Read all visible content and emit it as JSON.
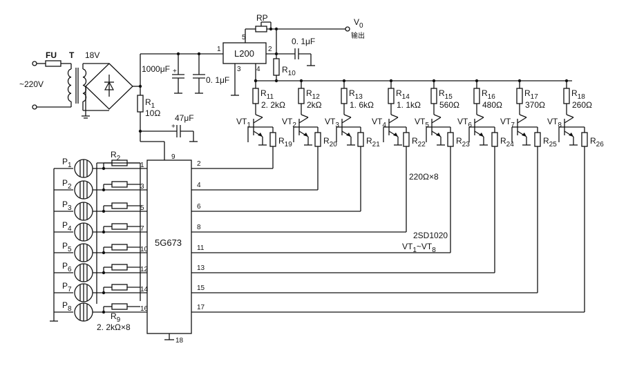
{
  "mains": {
    "fuse": "FU",
    "transformer": "T",
    "secondary": "18V",
    "input": "~220V"
  },
  "supply": {
    "r1": "R",
    "r1_sub": "1",
    "r1_val": "10Ω",
    "c_bulk": "1000μF",
    "c_hf": "0. 1μF",
    "c_47": "47μF",
    "plus": "+"
  },
  "regulator": {
    "name": "L200",
    "pin1": "1",
    "pin2": "2",
    "pin3": "3",
    "pin4": "4",
    "pin5": "5",
    "rp": "RP",
    "vo": "V",
    "vo_sub": "0",
    "out_label": "输出",
    "c_out": "0. 1μF",
    "r10": "R",
    "r10_sub": "10"
  },
  "ic": {
    "name": "5G673",
    "left_pins": [
      "1",
      "3",
      "5",
      "7",
      "10",
      "12",
      "14",
      "16"
    ],
    "right_pins": [
      "2",
      "4",
      "6",
      "8",
      "11",
      "13",
      "15",
      "17"
    ],
    "top_pin": "9",
    "bottom_pin": "18"
  },
  "sensors": [
    "P",
    "P",
    "P",
    "P",
    "P",
    "P",
    "P",
    "P"
  ],
  "sensor_subs": [
    "1",
    "2",
    "3",
    "4",
    "5",
    "6",
    "7",
    "8"
  ],
  "pull": {
    "r2": "R",
    "r2_sub": "2",
    "r9": "R",
    "r9_sub": "9",
    "value": "2. 2kΩ×8"
  },
  "stages": [
    {
      "r": "R",
      "r_sub": "11",
      "r_val": "2. 2kΩ",
      "vt": "VT",
      "vt_sub": "1",
      "rb": "R",
      "rb_sub": "19"
    },
    {
      "r": "R",
      "r_sub": "12",
      "r_val": "2kΩ",
      "vt": "VT",
      "vt_sub": "2",
      "rb": "R",
      "rb_sub": "20"
    },
    {
      "r": "R",
      "r_sub": "13",
      "r_val": "1. 6kΩ",
      "vt": "VT",
      "vt_sub": "3",
      "rb": "R",
      "rb_sub": "21"
    },
    {
      "r": "R",
      "r_sub": "14",
      "r_val": "1. 1kΩ",
      "vt": "VT",
      "vt_sub": "4",
      "rb": "R",
      "rb_sub": "22"
    },
    {
      "r": "R",
      "r_sub": "15",
      "r_val": "560Ω",
      "vt": "VT",
      "vt_sub": "5",
      "rb": "R",
      "rb_sub": "23"
    },
    {
      "r": "R",
      "r_sub": "16",
      "r_val": "480Ω",
      "vt": "VT",
      "vt_sub": "6",
      "rb": "R",
      "rb_sub": "24"
    },
    {
      "r": "R",
      "r_sub": "17",
      "r_val": "370Ω",
      "vt": "VT",
      "vt_sub": "7",
      "rb": "R",
      "rb_sub": "25"
    },
    {
      "r": "R",
      "r_sub": "18",
      "r_val": "260Ω",
      "vt": "VT",
      "vt_sub": "8",
      "rb": "R",
      "rb_sub": "26"
    }
  ],
  "notes": {
    "rb_value": "220Ω×8",
    "transistor_type": "2SD1020",
    "vt_range_a": "VT",
    "vt_range_a_sub": "1",
    "vt_range_sep": "~VT",
    "vt_range_b_sub": "8"
  }
}
